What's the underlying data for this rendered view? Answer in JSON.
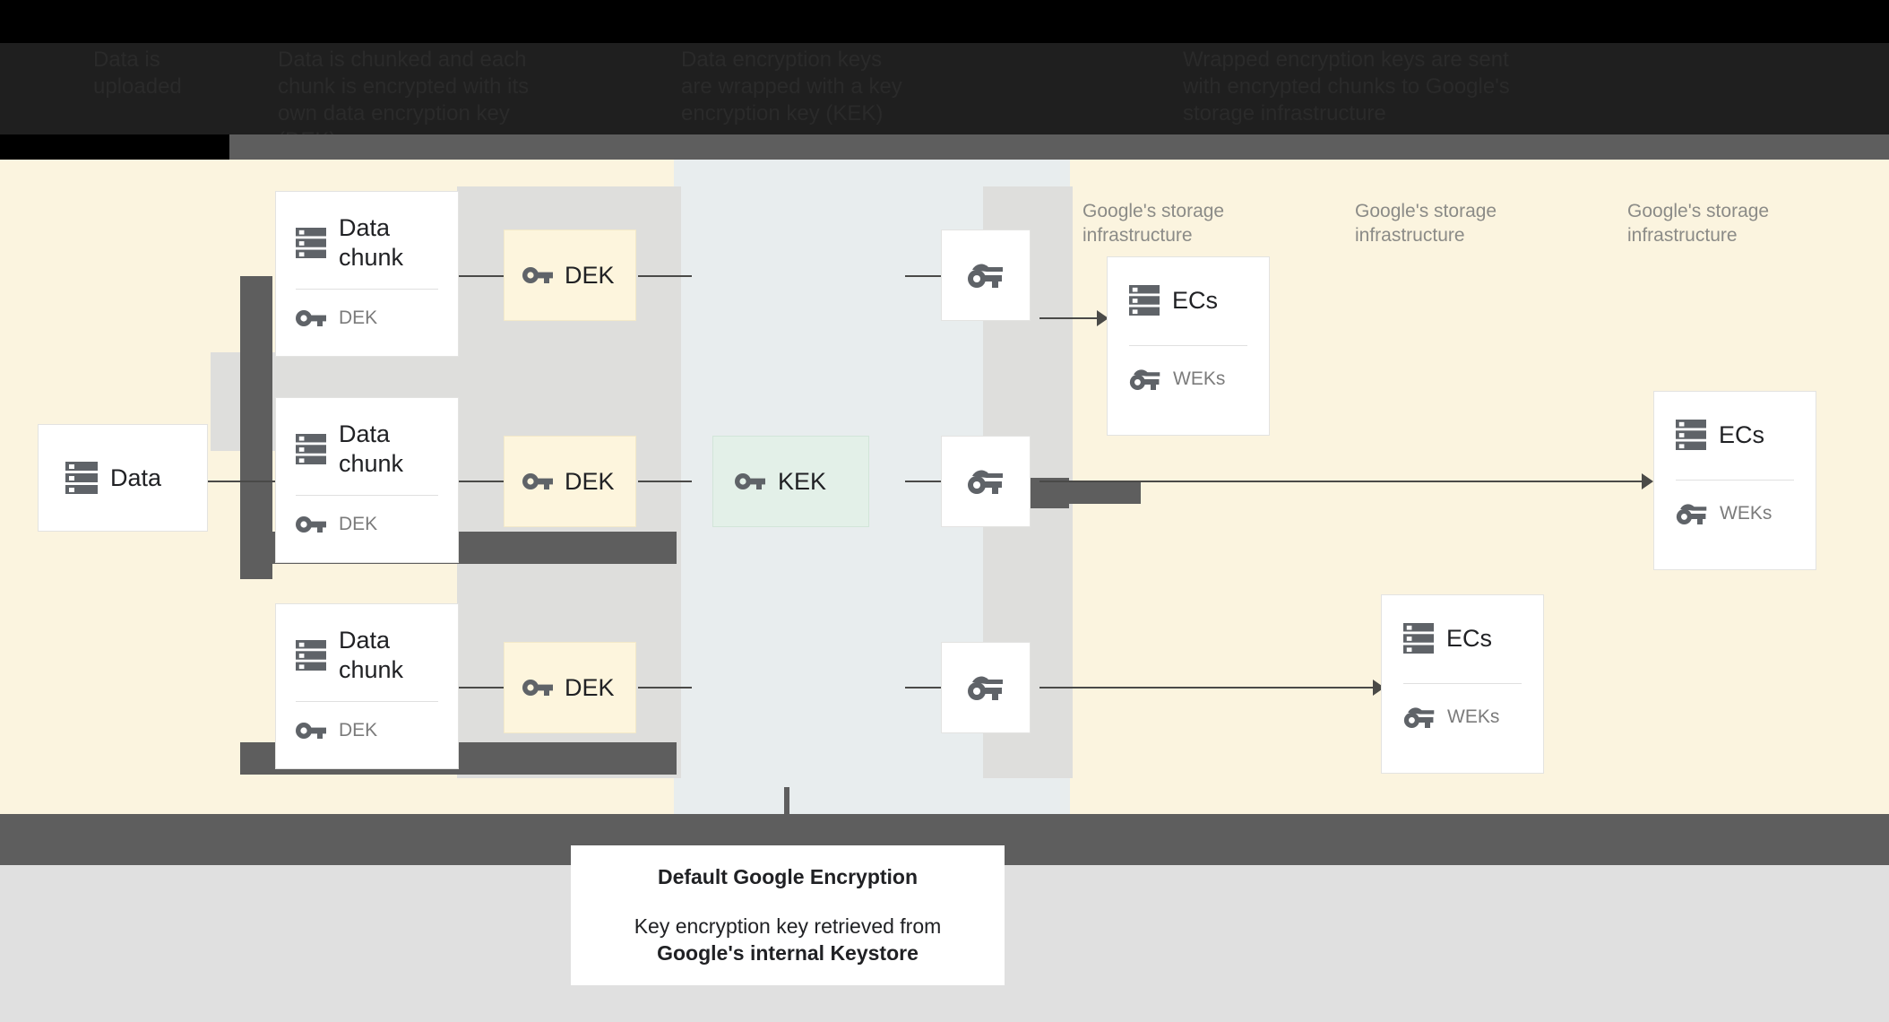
{
  "header": {
    "columns": [
      "Data is\nuploaded",
      "Data is chunked and each\nchunk is encrypted with its\nown data encryption key (DEK)",
      "Data encryption keys\nare wrapped with a key\nencryption key (KEK)",
      "Wrapped encryption keys are sent\nwith encrypted chunks to Google's\nstorage infrastructure"
    ]
  },
  "canvas": {
    "colors": {
      "cream": "#fbf4df",
      "mid_panel": "#e8edee",
      "kek_green": "#e3f0e8",
      "dek_cream": "#fdf5dd",
      "plate_grey": "#dededc",
      "band_grey": "#5e5e5e",
      "icon_grey": "#5f6368",
      "text_dark": "#202124",
      "text_grey": "#7b7b7b"
    },
    "data_card": {
      "title": "Data",
      "icon": "database-icon"
    },
    "chunks": [
      {
        "title": "Data\nchunk",
        "key_label": "DEK",
        "dek_label": "DEK"
      },
      {
        "title": "Data\nchunk",
        "key_label": "DEK",
        "dek_label": "DEK"
      },
      {
        "title": "Data\nchunk",
        "key_label": "DEK",
        "dek_label": "DEK"
      }
    ],
    "kek": {
      "label": "KEK",
      "icon": "key-icon"
    },
    "wrapped_keys": [
      {
        "icon": "wrapped-key-icon"
      },
      {
        "icon": "wrapped-key-icon"
      },
      {
        "icon": "wrapped-key-icon"
      }
    ],
    "storage_labels": [
      "Google's storage\ninfrastructure",
      "Google's storage\ninfrastructure",
      "Google's storage\ninfrastructure"
    ],
    "ec_cards": [
      {
        "title": "ECs",
        "key_label": "WEKs"
      },
      {
        "title": "ECs",
        "key_label": "WEKs"
      },
      {
        "title": "ECs",
        "key_label": "WEKs"
      }
    ]
  },
  "caption": {
    "title": "Default Google Encryption",
    "line1": "Key encryption key retrieved from",
    "line2": "Google's internal Keystore"
  }
}
